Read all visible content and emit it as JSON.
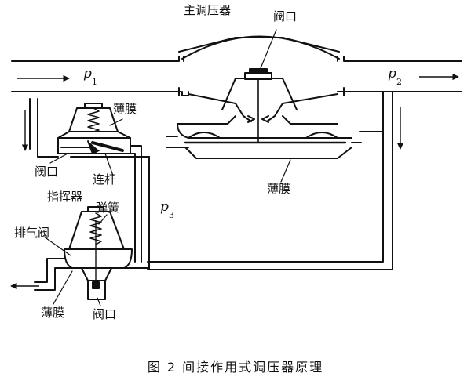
{
  "diagram": {
    "labels": {
      "main_regulator": "主调压器",
      "valve_port_top": "阀口",
      "diaphragm_pilot": "薄膜",
      "valve_port_pilot": "阀口",
      "linkage": "连杆",
      "pilot": "指挥器",
      "diaphragm_main": "薄膜",
      "spring": "弹簧",
      "vent_valve": "排气阀",
      "diaphragm_vent": "薄膜",
      "valve_port_vent": "阀口"
    },
    "pressures": {
      "p1": {
        "symbol": "p",
        "sub": "1"
      },
      "p2": {
        "symbol": "p",
        "sub": "2"
      },
      "p3": {
        "symbol": "p",
        "sub": "3"
      }
    }
  },
  "caption": "图 2    间接作用式调压器原理"
}
